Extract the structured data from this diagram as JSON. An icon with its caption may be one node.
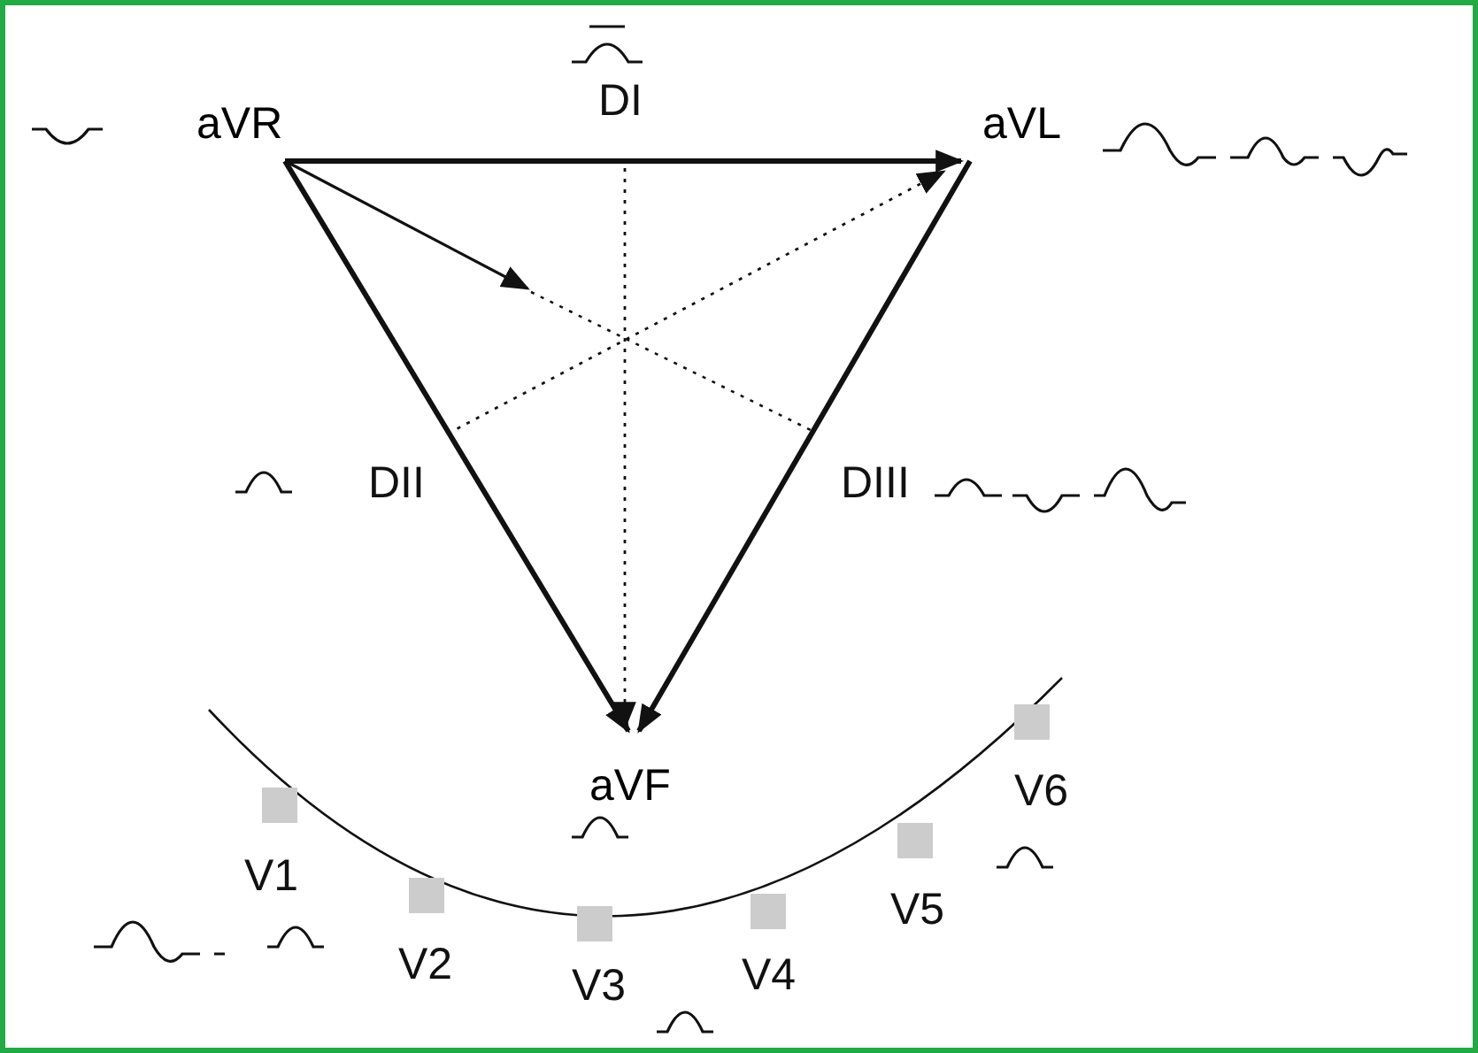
{
  "diagram": {
    "nodes": [
      {
        "text": [
          "aVR"
        ]
      },
      {
        "text": [
          "aVL"
        ]
      },
      {
        "text": [
          "aVF"
        ]
      },
      {
        "text": [
          "V1"
        ]
      },
      {
        "text": [
          "V2"
        ]
      },
      {
        "text": [
          "V3"
        ]
      },
      {
        "text": [
          "V4"
        ]
      },
      {
        "text": [
          "V5"
        ]
      },
      {
        "text": [
          "V6"
        ]
      }
    ],
    "edges": [
      {
        "from": 0,
        "to": 1,
        "arrow": "to",
        "label": "DI"
      },
      {
        "from": 0,
        "to": 2,
        "arrow": "to",
        "label": "DII"
      },
      {
        "from": 1,
        "to": 2,
        "arrow": "to",
        "label": "DIII"
      },
      {
        "from": null,
        "to": 2,
        "arrow": "to",
        "style": "dashed"
      },
      {
        "from": null,
        "to": 1,
        "arrow": "to",
        "style": "dashed"
      },
      {
        "from": 0,
        "to": null,
        "arrow": "to"
      }
    ]
  }
}
